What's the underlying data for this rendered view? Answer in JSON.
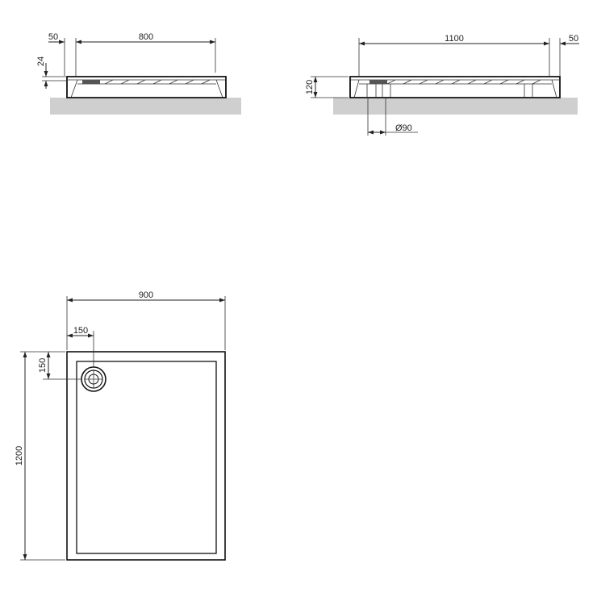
{
  "side_view_left": {
    "dim_rim": "50",
    "dim_width": "800",
    "dim_height": "24"
  },
  "side_view_right": {
    "dim_length": "1100",
    "dim_rim": "50",
    "dim_height": "120",
    "dim_drain": "Ø90"
  },
  "top_view": {
    "dim_width": "900",
    "dim_drain_x": "150",
    "dim_drain_y": "150",
    "dim_length": "1200"
  },
  "colors": {
    "floor": "#cfcfcf",
    "line": "#222222"
  }
}
